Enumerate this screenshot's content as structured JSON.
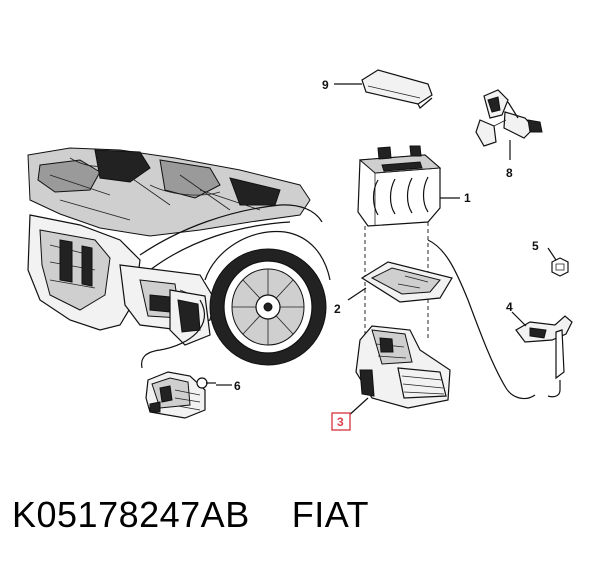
{
  "callouts": [
    {
      "id": "1",
      "label": "1"
    },
    {
      "id": "2",
      "label": "2"
    },
    {
      "id": "3",
      "label": "3",
      "boxed": true
    },
    {
      "id": "4",
      "label": "4"
    },
    {
      "id": "5",
      "label": "5"
    },
    {
      "id": "6",
      "label": "6"
    },
    {
      "id": "8",
      "label": "8"
    },
    {
      "id": "9",
      "label": "9"
    }
  ],
  "caption": {
    "part_number": "K05178247AB",
    "brand": "FIAT"
  },
  "colors": {
    "line": "#111111",
    "highlight": "#d9424a",
    "background": "#ffffff"
  }
}
